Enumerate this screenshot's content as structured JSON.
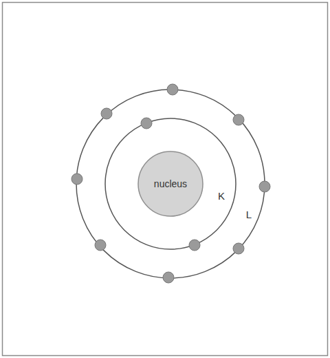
{
  "diagram": {
    "nodes": [
      {
        "text": [
          "nucleus"
        ]
      }
    ],
    "labels": [
      "K",
      "L"
    ]
  }
}
